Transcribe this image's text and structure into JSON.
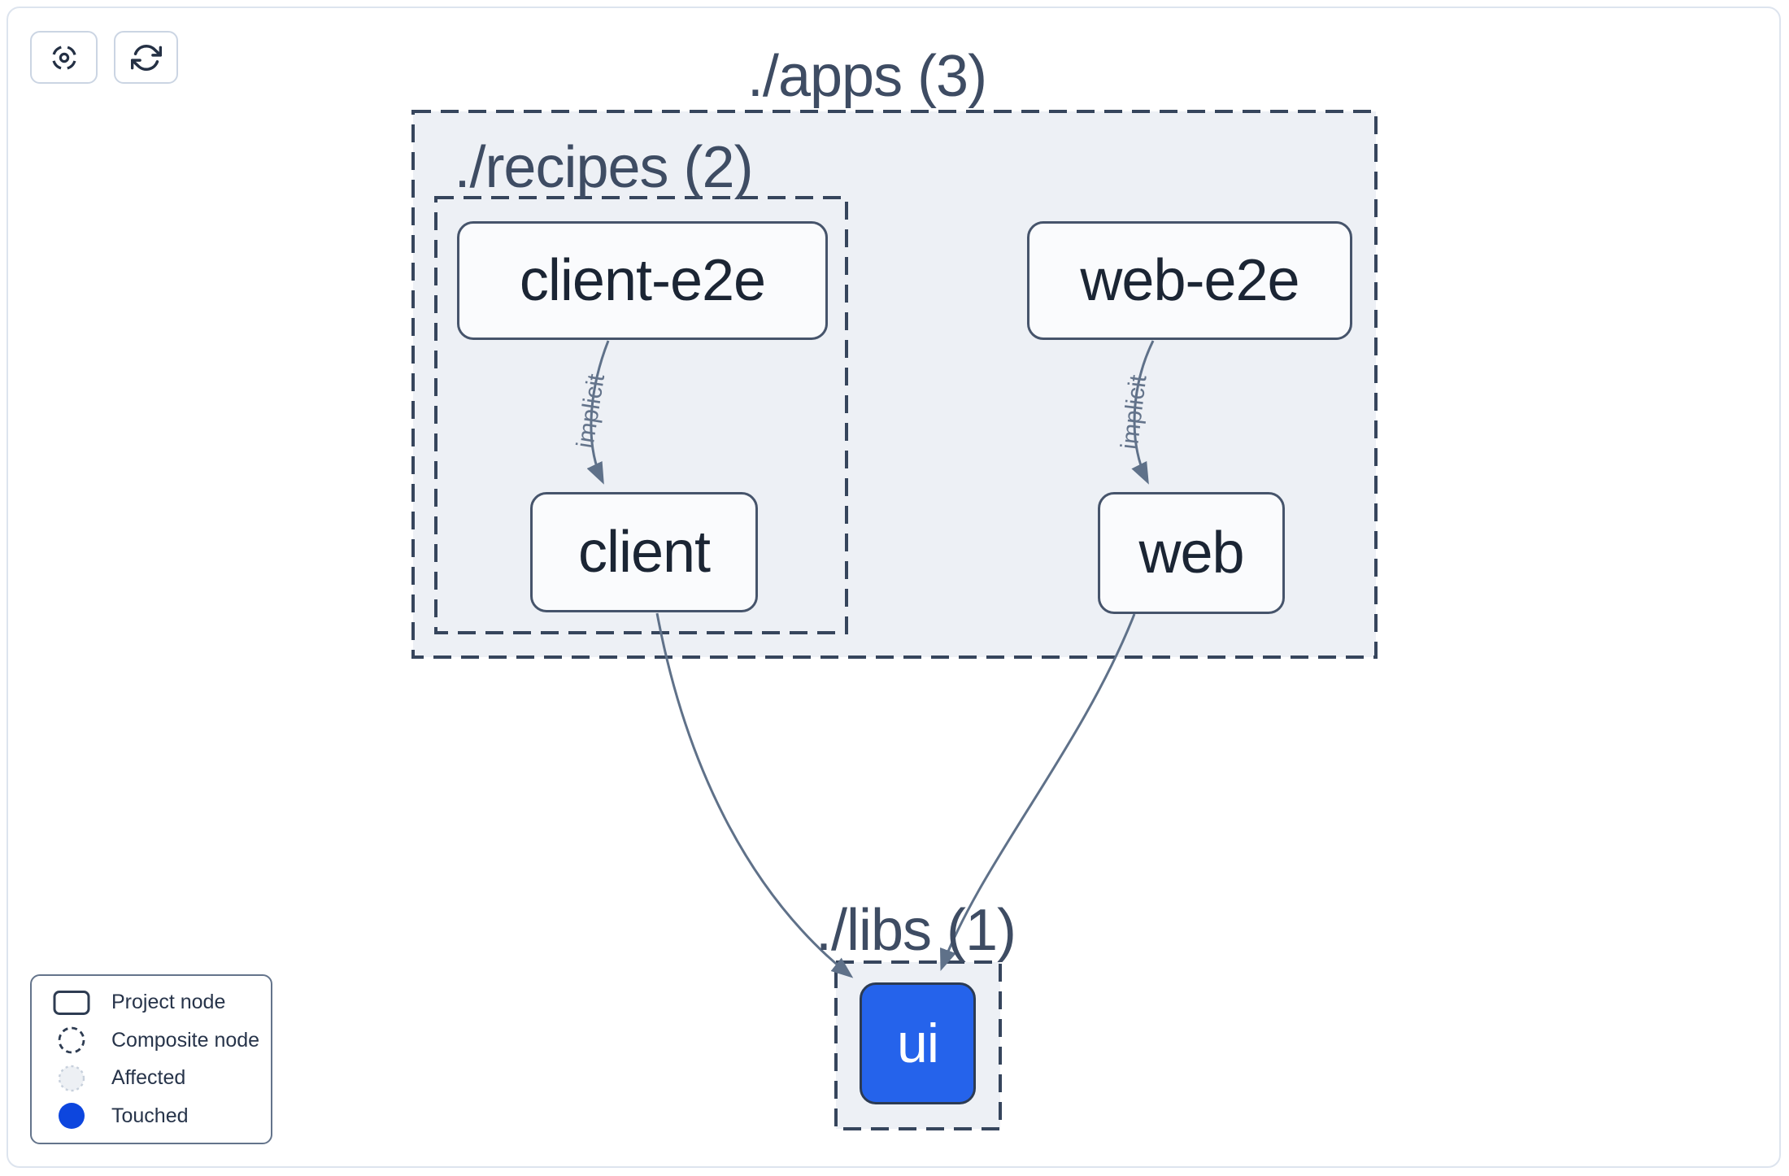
{
  "toolbar": {
    "center_button": {
      "icon": "crosshair-focus"
    },
    "refresh_button": {
      "icon": "refresh-arrows"
    }
  },
  "graph": {
    "groups": [
      {
        "id": "apps",
        "label": "./apps (3)"
      },
      {
        "id": "recipes",
        "label": "./recipes (2)"
      },
      {
        "id": "libs",
        "label": "./libs (1)"
      }
    ],
    "nodes": [
      {
        "id": "client-e2e",
        "label": "client-e2e",
        "state": "normal"
      },
      {
        "id": "web-e2e",
        "label": "web-e2e",
        "state": "normal"
      },
      {
        "id": "client",
        "label": "client",
        "state": "normal"
      },
      {
        "id": "web",
        "label": "web",
        "state": "normal"
      },
      {
        "id": "ui",
        "label": "ui",
        "state": "touched"
      }
    ],
    "edges": [
      {
        "source": "client-e2e",
        "target": "client",
        "label": "implicit"
      },
      {
        "source": "web-e2e",
        "target": "web",
        "label": "implicit"
      },
      {
        "source": "client",
        "target": "ui",
        "label": ""
      },
      {
        "source": "web",
        "target": "ui",
        "label": ""
      }
    ]
  },
  "legend": {
    "items": [
      {
        "kind": "project-node",
        "label": "Project node"
      },
      {
        "kind": "composite-node",
        "label": "Composite node"
      },
      {
        "kind": "affected",
        "label": "Affected"
      },
      {
        "kind": "touched",
        "label": "Touched"
      }
    ]
  },
  "colors": {
    "touched_node_fill": "#2563eb",
    "touched_legend_dot": "#0d46de",
    "edge_stroke": "#5f7189",
    "composite_fill": "#edf0f5",
    "composite_dash_stroke": "#36455c",
    "node_border": "#46546b",
    "node_fill": "#fafbfd",
    "node_text": "#1b2534",
    "group_title_text": "#3e4c63",
    "card_border": "#dde4ee",
    "affected_fill": "#edf0f4"
  }
}
